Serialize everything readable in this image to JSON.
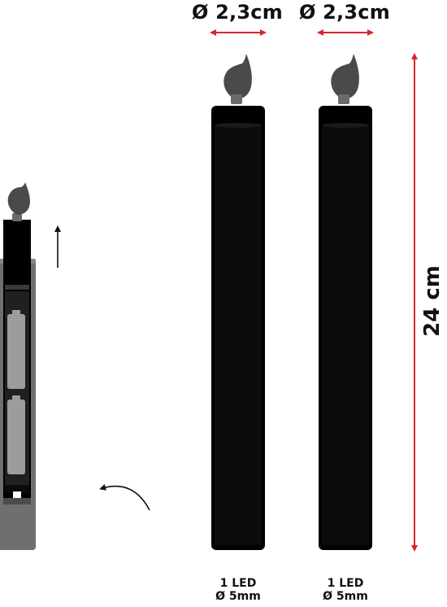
{
  "dimensions": {
    "candle_1_diameter": "Ø 2,3cm",
    "candle_2_diameter": "Ø 2,3cm",
    "height": "24 cm"
  },
  "specs": [
    {
      "led": "1 LED",
      "size": "Ø 5mm"
    },
    {
      "led": "1 LED",
      "size": "Ø 5mm"
    }
  ],
  "colors": {
    "candle_body": "#000000",
    "flame": "#4a4a4a",
    "dimension_arrow": "#d7262b",
    "holder": "#6f6f6f",
    "battery": "#9c9c9c"
  },
  "icons": [
    "dimension-arrow-icon",
    "flame-icon",
    "battery-icon",
    "pull-arrow-icon",
    "curved-arrow-icon"
  ]
}
